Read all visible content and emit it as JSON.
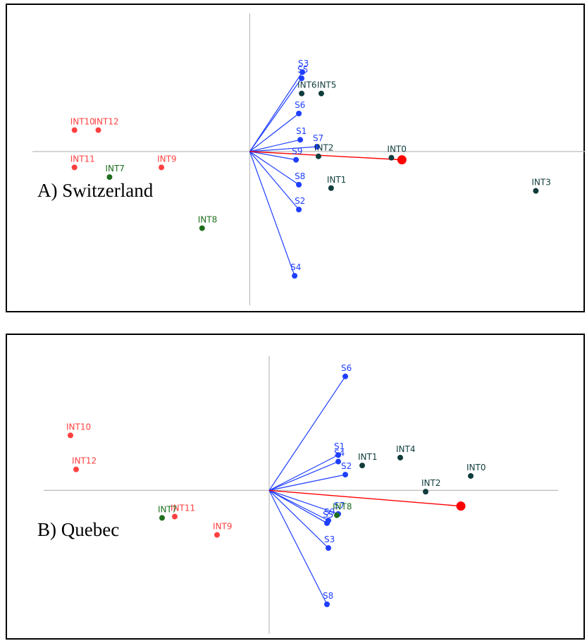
{
  "colors": {
    "supplementary": "#1f3fff",
    "red_group": "#ff4040",
    "green_group": "#1e6e1e",
    "dark_group": "#103c3c",
    "axis": "#bbbbbb",
    "centroid": "#ff0000"
  },
  "chart_data": [
    {
      "type": "scatter",
      "caption": "A) Switzerland",
      "xlabel": "",
      "ylabel": "",
      "xlim": [
        -310,
        480
      ],
      "ylim": [
        -235,
        200
      ],
      "grid": false,
      "origin_axes": true,
      "points": [
        {
          "label": "S3",
          "x": 75,
          "y": 115,
          "group": "supplementary",
          "arrow": true
        },
        {
          "label": "S5",
          "x": 74,
          "y": 106,
          "group": "supplementary",
          "arrow": true
        },
        {
          "label": "S6",
          "x": 70,
          "y": 55,
          "group": "supplementary",
          "arrow": true
        },
        {
          "label": "S1",
          "x": 72,
          "y": 17,
          "group": "supplementary",
          "arrow": true
        },
        {
          "label": "S7",
          "x": 96,
          "y": 7,
          "group": "supplementary",
          "arrow": true
        },
        {
          "label": "S9",
          "x": 66,
          "y": -12,
          "group": "supplementary",
          "arrow": true
        },
        {
          "label": "S8",
          "x": 70,
          "y": -48,
          "group": "supplementary",
          "arrow": true
        },
        {
          "label": "S2",
          "x": 70,
          "y": -84,
          "group": "supplementary",
          "arrow": true
        },
        {
          "label": "S4",
          "x": 64,
          "y": -180,
          "group": "supplementary",
          "arrow": true
        },
        {
          "label": "INT6",
          "x": 74,
          "y": 84,
          "group": "dark"
        },
        {
          "label": "INT5",
          "x": 102,
          "y": 84,
          "group": "dark"
        },
        {
          "label": "INT2",
          "x": 98,
          "y": -7,
          "group": "dark"
        },
        {
          "label": "INT0",
          "x": 202,
          "y": -9,
          "group": "dark"
        },
        {
          "label": "INT1",
          "x": 116,
          "y": -53,
          "group": "dark"
        },
        {
          "label": "INT3",
          "x": 408,
          "y": -57,
          "group": "dark"
        },
        {
          "label": "INT10",
          "x": -250,
          "y": 31,
          "group": "red"
        },
        {
          "label": "INT12",
          "x": -216,
          "y": 31,
          "group": "red"
        },
        {
          "label": "INT11",
          "x": -250,
          "y": -23,
          "group": "red"
        },
        {
          "label": "INT9",
          "x": -126,
          "y": -23,
          "group": "red"
        },
        {
          "label": "INT7",
          "x": -200,
          "y": -37,
          "group": "green"
        },
        {
          "label": "INT8",
          "x": -68,
          "y": -111,
          "group": "green"
        }
      ],
      "centroid": {
        "x": 217,
        "y": -12
      }
    },
    {
      "type": "scatter",
      "caption": "B) Quebec",
      "xlabel": "",
      "ylabel": "",
      "xlim": [
        -320,
        410
      ],
      "ylim": [
        -230,
        205
      ],
      "grid": false,
      "origin_axes": true,
      "points": [
        {
          "label": "S6",
          "x": 108,
          "y": 174,
          "group": "supplementary",
          "arrow": true
        },
        {
          "label": "S1",
          "x": 98,
          "y": 54,
          "group": "supplementary",
          "arrow": true
        },
        {
          "label": "S4",
          "x": 98,
          "y": 44,
          "group": "supplementary",
          "arrow": true
        },
        {
          "label": "S2",
          "x": 108,
          "y": 24,
          "group": "supplementary",
          "arrow": true
        },
        {
          "label": "S7",
          "x": 98,
          "y": -36,
          "group": "supplementary",
          "arrow": true
        },
        {
          "label": "S5",
          "x": 82,
          "y": -50,
          "group": "supplementary",
          "arrow": true
        },
        {
          "label": "S9",
          "x": 84,
          "y": -46,
          "group": "supplementary",
          "arrow": true
        },
        {
          "label": "S3",
          "x": 84,
          "y": -88,
          "group": "supplementary",
          "arrow": true
        },
        {
          "label": "S8",
          "x": 82,
          "y": -174,
          "group": "supplementary",
          "arrow": true
        },
        {
          "label": "INT1",
          "x": 132,
          "y": 38,
          "group": "dark"
        },
        {
          "label": "INT4",
          "x": 186,
          "y": 50,
          "group": "dark"
        },
        {
          "label": "INT0",
          "x": 286,
          "y": 22,
          "group": "dark"
        },
        {
          "label": "INT2",
          "x": 222,
          "y": -2,
          "group": "dark"
        },
        {
          "label": "INT10",
          "x": -282,
          "y": 84,
          "group": "red"
        },
        {
          "label": "INT12",
          "x": -274,
          "y": 32,
          "group": "red"
        },
        {
          "label": "INT11",
          "x": -134,
          "y": -40,
          "group": "red"
        },
        {
          "label": "INT9",
          "x": -74,
          "y": -68,
          "group": "red"
        },
        {
          "label": "INT7",
          "x": -152,
          "y": -42,
          "group": "green"
        },
        {
          "label": "INT8",
          "x": 96,
          "y": -38,
          "group": "green"
        }
      ],
      "centroid": {
        "x": 272,
        "y": -24
      }
    }
  ]
}
